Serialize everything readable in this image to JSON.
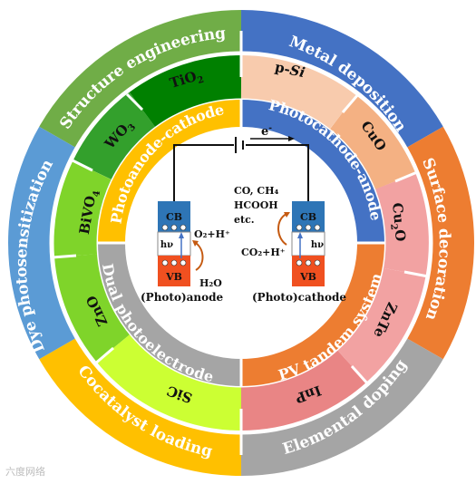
{
  "colors": {
    "structure": "#70AD47",
    "metal": "#4472C4",
    "surface": "#ED7D31",
    "elemental": "#A5A5A5",
    "cocatalyst": "#FFC000",
    "dye": "#5B9BD5",
    "dark_green": "#008000",
    "green": "#33A02C",
    "light_green": "#7FD42A",
    "peach": "#F8CBAD",
    "salmon": "#F4B183",
    "pink": "#F2A2A2",
    "rose": "#E98585",
    "yellow_green": "#CCFF33",
    "cb_blue": "#2E75B6",
    "vb_red": "#F05020"
  },
  "outer_ring": {
    "structure_engineering": "Structure engineering",
    "metal_deposition": "Metal deposition",
    "surface_decoration": "Surface decoration",
    "elemental_doping": "Elemental doping",
    "cocatalyst_loading": "Cocatalyst loading",
    "dye_photosensitization": "Dye photosensitization"
  },
  "middle_ring": {
    "tio2_base": "TiO",
    "tio2_sub": "2",
    "wo3_base": "WO",
    "wo3_sub": "3",
    "bivo4_base": "BiVO",
    "bivo4_sub": "4",
    "zno": "ZnO",
    "sic": "SiC",
    "p_si_prefix": "p-",
    "p_si_si": "Si",
    "cuo": "CuO",
    "cu2o_a": "Cu",
    "cu2o_sub": "2",
    "cu2o_b": "O",
    "znte": "ZnTe",
    "inp": "InP"
  },
  "inner_ring": {
    "photoanode_cathode": "Photoanode-cathode",
    "photocathode_anode": "Photocathode-anode",
    "pv_tandem": "PV tandem system",
    "dual_photoelectrode": "Dual photoelectrode"
  },
  "center": {
    "electron_base": "e",
    "electron_sup": "-",
    "anode": {
      "cb": "CB",
      "vb": "VB",
      "hv": "hν",
      "product": "O₂+H⁺",
      "reactant": "H₂O",
      "label": "(Photo)anode"
    },
    "cathode": {
      "cb": "CB",
      "vb": "VB",
      "hv": "hν",
      "products_line1": "CO, CH₄",
      "products_line2": "HCOOH",
      "products_line3": "etc.",
      "reactant": "CO₂+H⁺",
      "label": "(Photo)cathode"
    }
  },
  "watermark": "六度网络"
}
